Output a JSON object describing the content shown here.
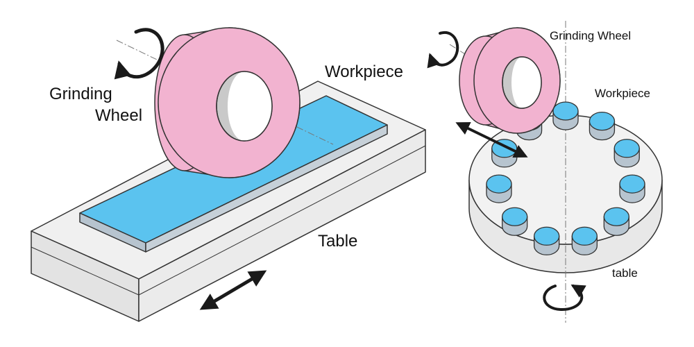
{
  "left_diagram": {
    "labels": {
      "grinding_wheel_line1": "Grinding",
      "grinding_wheel_line2": "Wheel",
      "workpiece": "Workpiece",
      "table": "Table"
    }
  },
  "right_diagram": {
    "labels": {
      "grinding_wheel": "Grinding Wheel",
      "workpiece": "Workpiece",
      "table": "table"
    },
    "workpiece_count": 11
  },
  "colors": {
    "wheel_pink": "#f2b3d0",
    "wheel_hole": "#c9c9c9",
    "workpiece_blue": "#5bc3ef",
    "workpiece_side": "#b7c4cf",
    "table_top": "#f0f0f0",
    "table_side": "#e3e3e3",
    "outline": "#333333",
    "arrow": "#1a1a1a"
  }
}
